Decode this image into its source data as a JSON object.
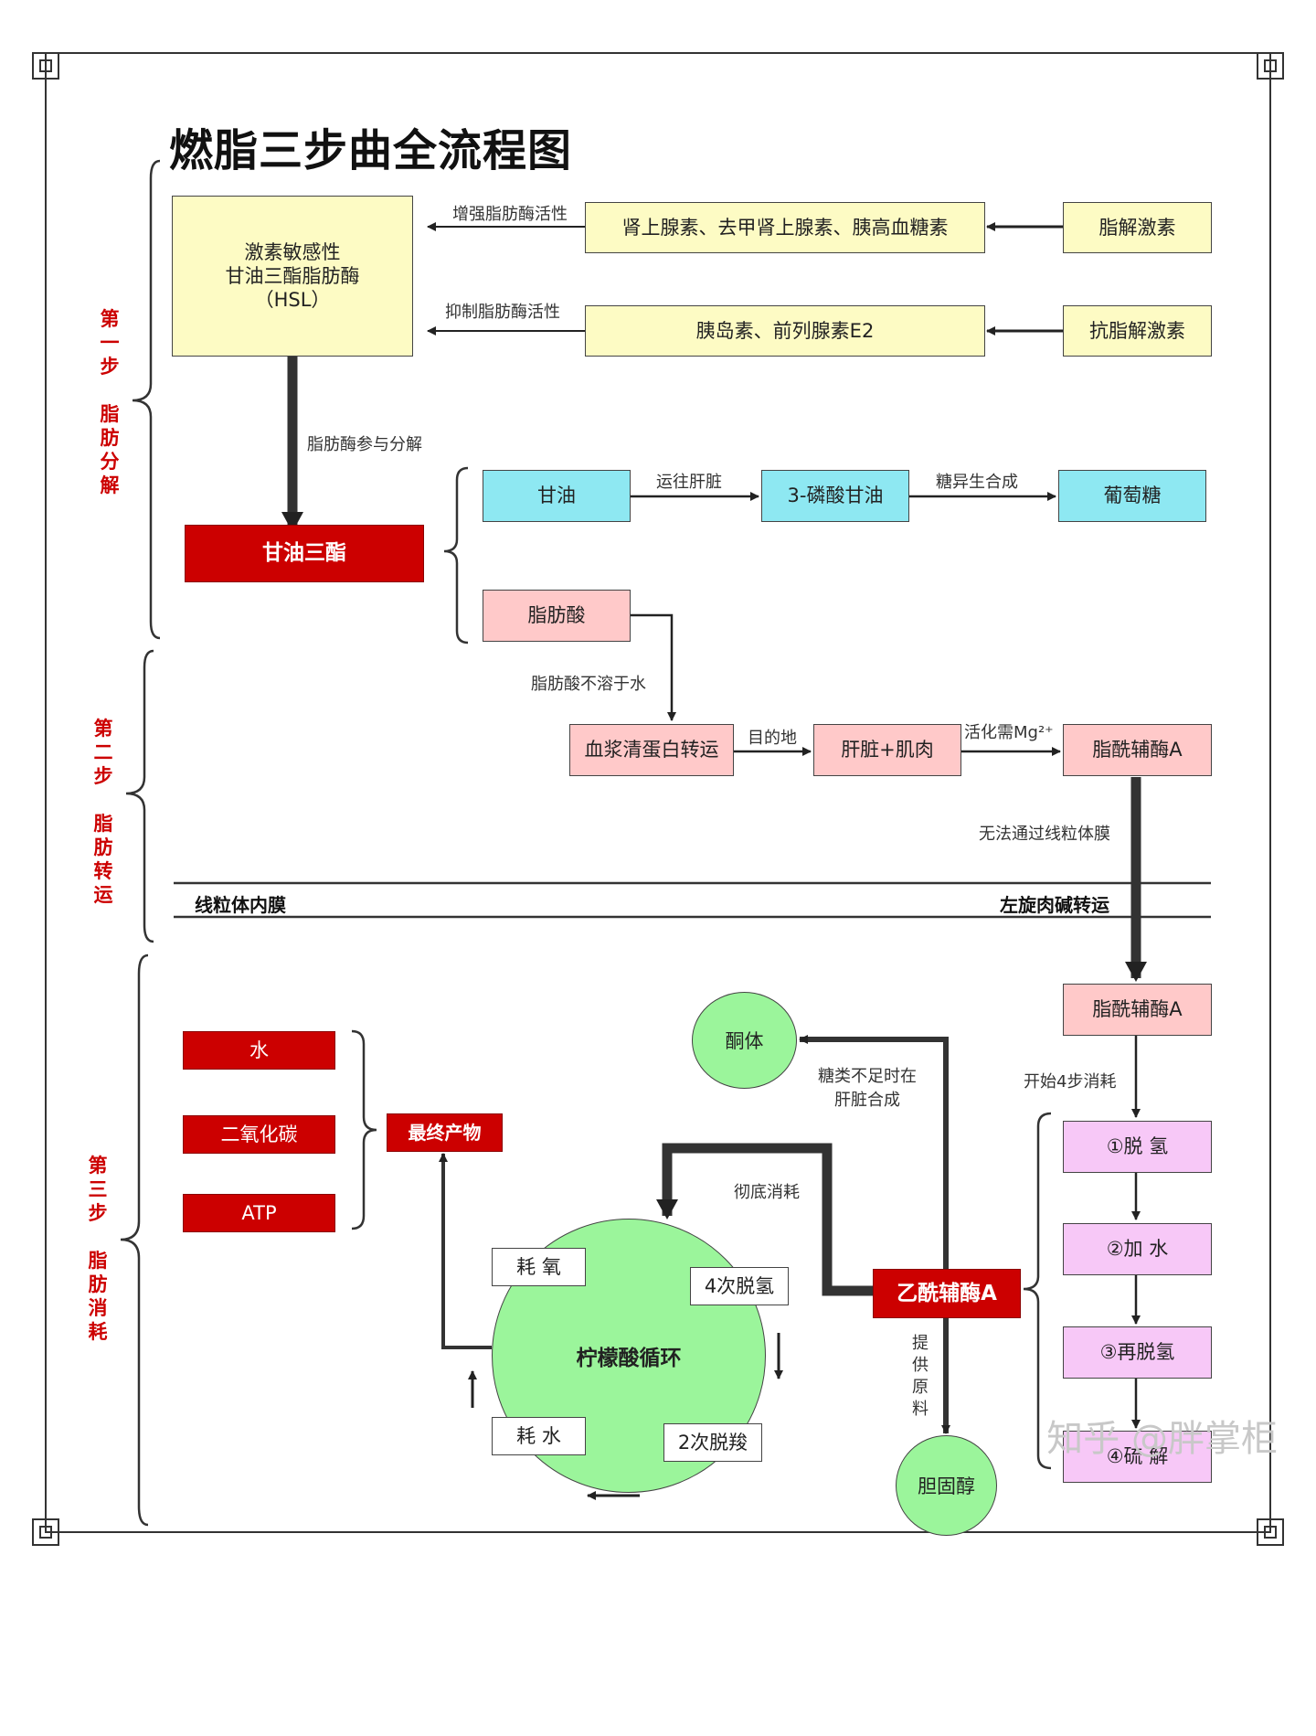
{
  "title": "燃脂三步曲全流程图",
  "steps": {
    "step1": "第\n一\n步\n\n脂\n肪\n分\n解",
    "step2": "第\n二\n步\n\n脂\n肪\n转\n运",
    "step3": "第\n三\n步\n\n脂\n肪\n消\n耗"
  },
  "nodes": {
    "hsl": "激素敏感性\n甘油三酯脂肪酶\n（HSL）",
    "adrenaline": "肾上腺素、去甲肾上腺素、胰高血糖素",
    "lipolytic": "脂解激素",
    "insulin": "胰岛素、前列腺素E2",
    "antilipolytic": "抗脂解激素",
    "triglyceride": "甘油三酯",
    "glycerol": "甘油",
    "glycerol3p": "3-磷酸甘油",
    "glucose": "葡萄糖",
    "fattyacid": "脂肪酸",
    "albumin": "血浆清蛋白转运",
    "livermuscle": "肝脏+肌肉",
    "acylcoa1": "脂酰辅酶A",
    "acylcoa2": "脂酰辅酶A",
    "step_a": "①脱 氢",
    "step_b": "②加 水",
    "step_c": "③再脱氢",
    "step_d": "④硫 解",
    "acetylcoa": "乙酰辅酶A",
    "ketone": "酮体",
    "cholesterol": "胆固醇",
    "tca": "柠檬酸循环",
    "oxygen": "耗 氧",
    "water_use": "耗 水",
    "dehydro4": "4次脱氢",
    "decarb2": "2次脱羧",
    "water": "水",
    "co2": "二氧化碳",
    "atp": "ATP",
    "final": "最终产物"
  },
  "labels": {
    "enhance": "增强脂肪酶活性",
    "inhibit": "抑制脂肪酶活性",
    "participate": "脂肪酶参与分解",
    "to_liver": "运往肝脏",
    "gluconeo": "糖异生合成",
    "insoluble": "脂肪酸不溶于水",
    "destination": "目的地",
    "activate": "活化需Mg²⁺",
    "no_pass": "无法通过线粒体膜",
    "inner_membrane": "线粒体内膜",
    "carnitine": "左旋肉碱转运",
    "start4": "开始4步消耗",
    "sugar_low": "糖类不足时在\n肝脏合成",
    "consume": "彻底消耗",
    "provide": "提\n供\n原\n料"
  },
  "watermark": "知乎 @胖掌柜"
}
